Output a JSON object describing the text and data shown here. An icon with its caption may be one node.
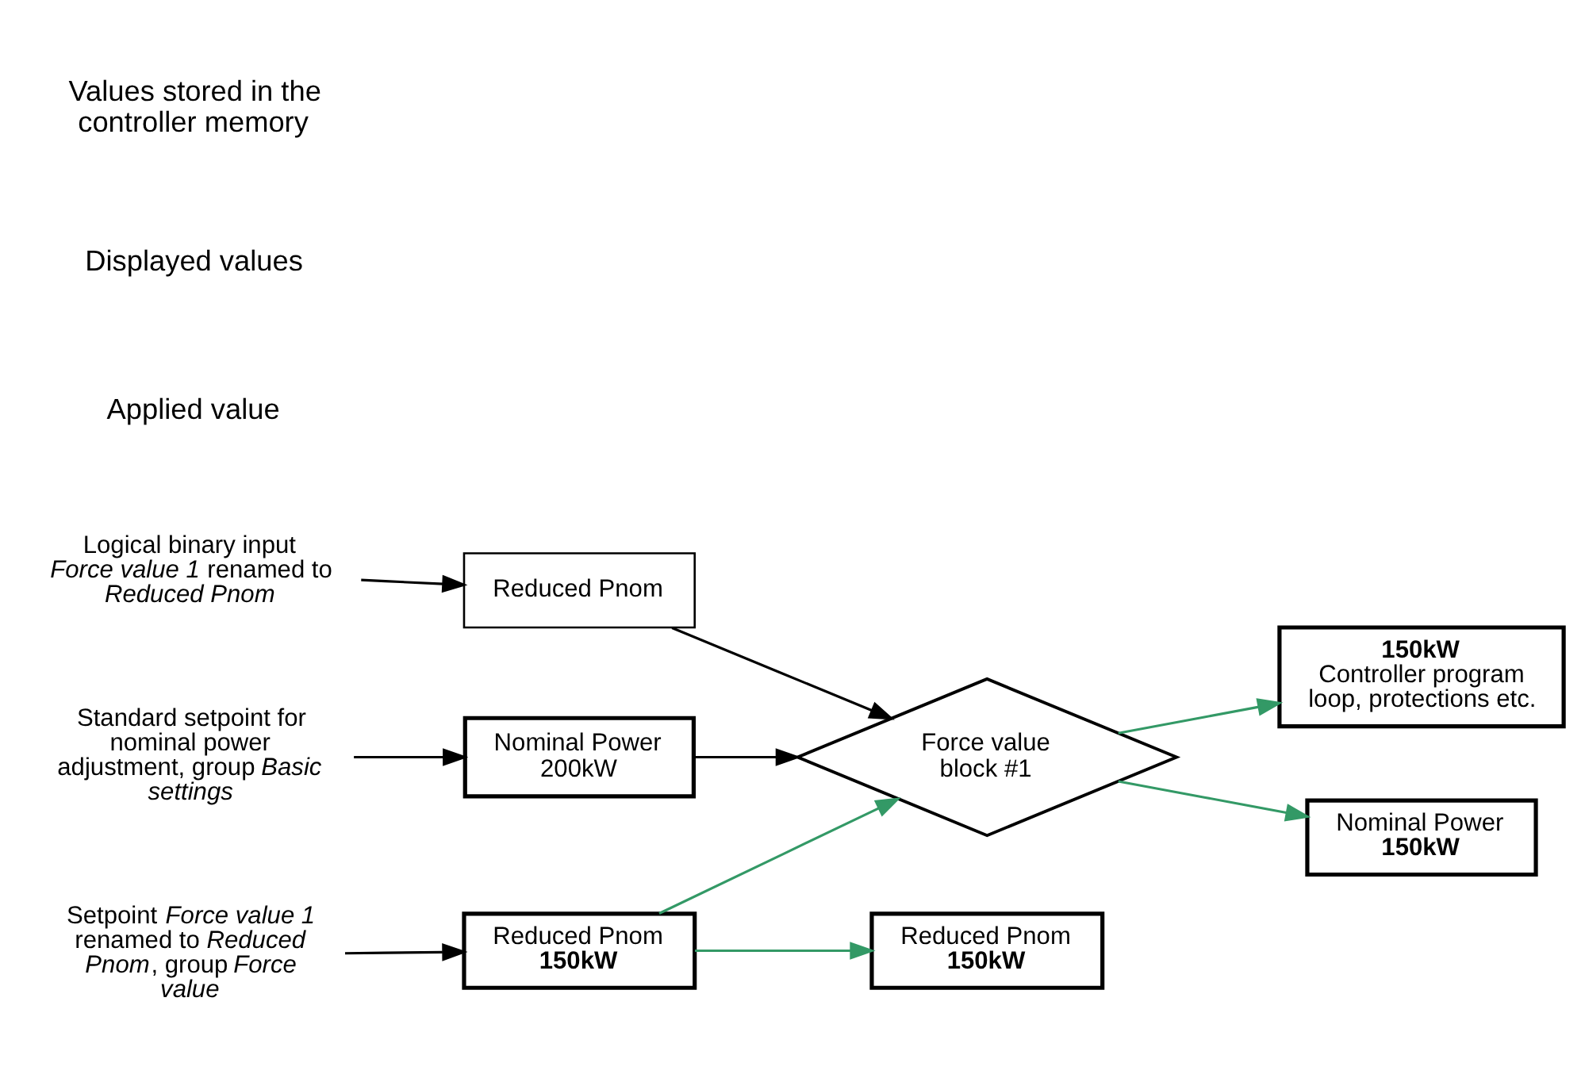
{
  "diagram": {
    "nodes": [
      {
        "text": [
          "Logical binary input *Force value 1* renamed to *Reduced Pnom*"
        ]
      },
      {
        "text": [
          "Reduced Pnom"
        ]
      },
      {
        "text": [
          "Standard setpoint for nominal power adjustment, group *Basic settings*"
        ]
      },
      {
        "text": [
          "Nominal Power",
          "200kW"
        ]
      },
      {
        "text": [
          "Force value block #1"
        ]
      },
      {
        "text": [
          "150kW",
          "Controller program loop, protections etc."
        ]
      },
      {
        "text": [
          "Reduced Pnom",
          "150kW"
        ]
      },
      {
        "text": [
          "Setpoint *Force value 1* renamed to *Reduced Pnom*, group *Force value*"
        ]
      },
      {
        "text": [
          "Reduced Pnom",
          "150kW"
        ]
      },
      {
        "text": [
          "Nominal Power",
          "150kW"
        ]
      }
    ],
    "edges": [
      {
        "from": 0,
        "to": 1,
        "arrow": "to"
      },
      {
        "from": 2,
        "to": 3,
        "arrow": "to"
      },
      {
        "from": 7,
        "to": 6,
        "arrow": "to"
      },
      {
        "from": 1,
        "to": 4,
        "arrow": "to"
      },
      {
        "from": 3,
        "to": 4,
        "arrow": "to"
      },
      {
        "from": 6,
        "to": 4,
        "arrow": "to",
        "color": "#339966"
      },
      {
        "from": 6,
        "to": 8,
        "arrow": "to",
        "color": "#339966"
      },
      {
        "from": 4,
        "to": 5,
        "arrow": "to",
        "color": "#339966"
      },
      {
        "from": 4,
        "to": 9,
        "arrow": "to",
        "color": "#339966"
      }
    ],
    "labels": [
      "Applied value",
      "Displayed values",
      "Values stored in the controller memory"
    ]
  }
}
